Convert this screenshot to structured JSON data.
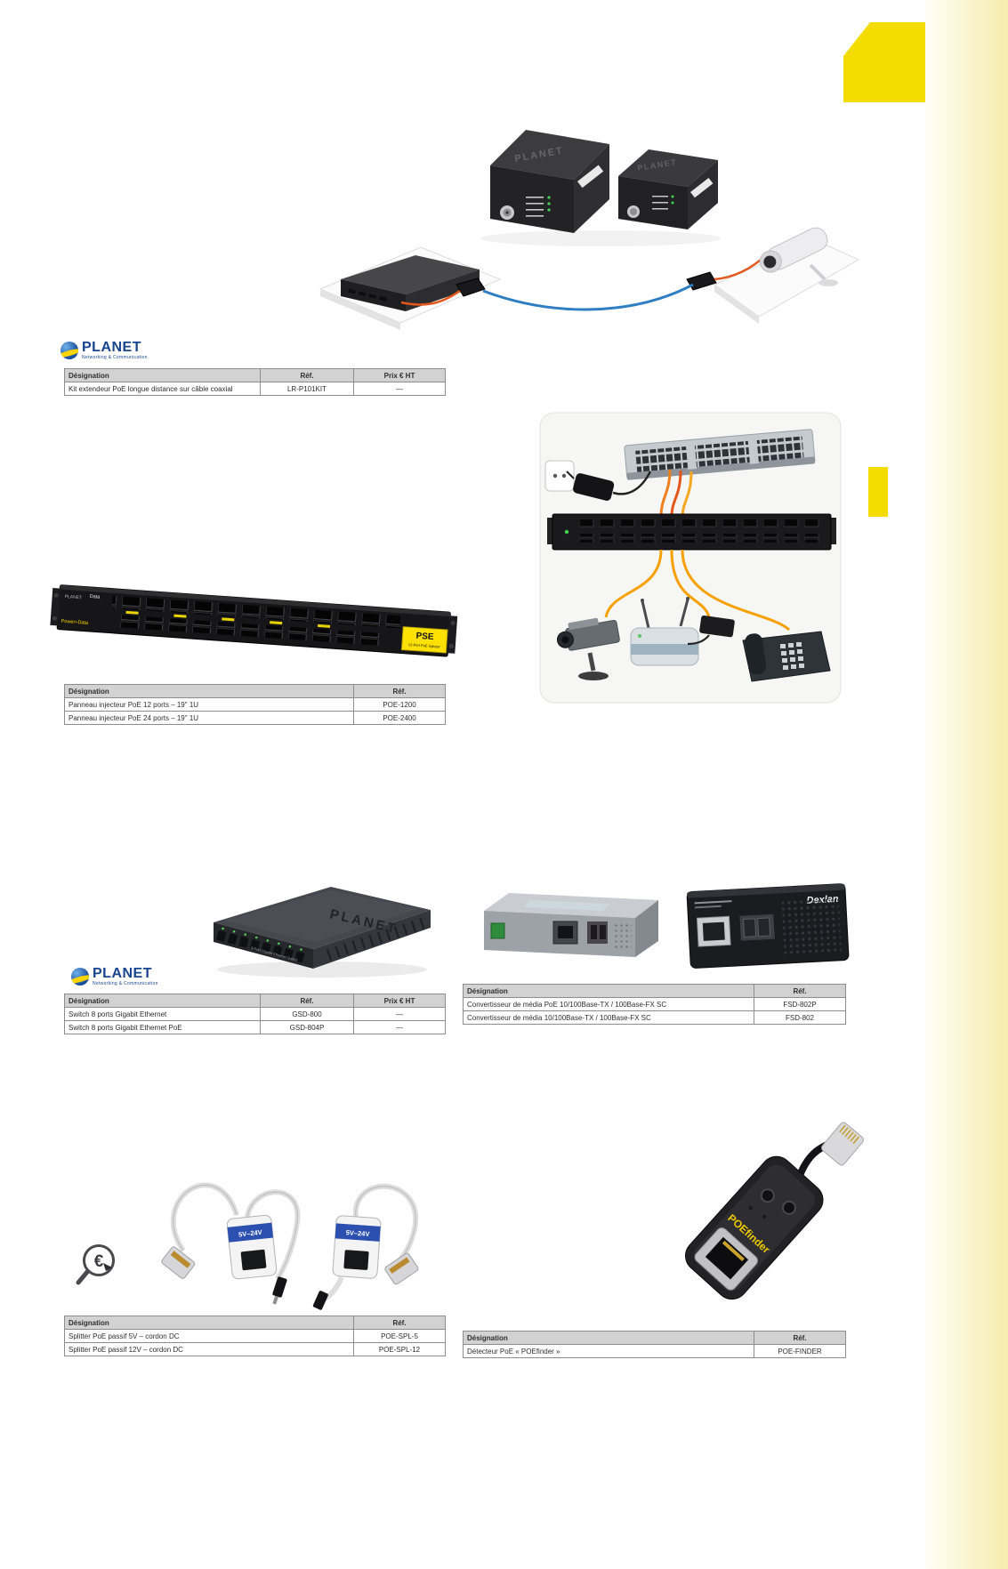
{
  "page": {
    "background": "#ffffff",
    "accent_yellow": "#F4DC00"
  },
  "brand": {
    "name": "PLANET",
    "tagline": "Networking & Communication"
  },
  "icons": {
    "euro": "€"
  },
  "products": {
    "coax_extender": {
      "top_label": "PLANET"
    },
    "poe_panel": {
      "brand": "PLANET",
      "row_top_label": "Data",
      "row_bottom_label": "Power+Data",
      "badge_title": "PSE",
      "badge_subtitle": "12-Port PoE Injector"
    },
    "gigabit_switch": {
      "top_label": "PLANET",
      "front_label": "8-Port Gigabit Ethernet Switch"
    },
    "converter_black": {
      "brand": "Dexlan"
    },
    "poe_splitter": {
      "label_left": "5V–24V",
      "label_right": "5V–24V"
    },
    "poe_finder": {
      "label": "POEfinder"
    }
  },
  "tables": {
    "t1": {
      "headers": [
        "Désignation",
        "Réf.",
        "Prix € HT"
      ],
      "rows": [
        [
          "Kit extendeur PoE longue distance sur câble coaxial",
          "LR-P101KIT",
          "—"
        ]
      ]
    },
    "t2": {
      "headers": [
        "Désignation",
        "Réf."
      ],
      "rows": [
        [
          "Panneau injecteur PoE 12 ports – 19\" 1U",
          "POE-1200"
        ],
        [
          "Panneau injecteur PoE 24 ports – 19\" 1U",
          "POE-2400"
        ]
      ]
    },
    "t3": {
      "headers": [
        "Désignation",
        "Réf.",
        "Prix € HT"
      ],
      "rows": [
        [
          "Switch 8 ports Gigabit Ethernet",
          "GSD-800",
          "—"
        ],
        [
          "Switch 8 ports Gigabit Ethernet PoE",
          "GSD-804P",
          "—"
        ]
      ]
    },
    "t4": {
      "headers": [
        "Désignation",
        "Réf."
      ],
      "rows": [
        [
          "Convertisseur de média PoE 10/100Base-TX / 100Base-FX SC",
          "FSD-802P"
        ],
        [
          "Convertisseur de média 10/100Base-TX / 100Base-FX SC",
          "FSD-802"
        ]
      ]
    },
    "t5": {
      "headers": [
        "Désignation",
        "Réf."
      ],
      "rows": [
        [
          "Splitter PoE passif 5V – cordon DC",
          "POE-SPL-5"
        ],
        [
          "Splitter PoE passif 12V – cordon DC",
          "POE-SPL-12"
        ]
      ]
    },
    "t6": {
      "headers": [
        "Désignation",
        "Réf."
      ],
      "rows": [
        [
          "Détecteur PoE « POEfinder »",
          "POE-FINDER"
        ]
      ]
    }
  }
}
